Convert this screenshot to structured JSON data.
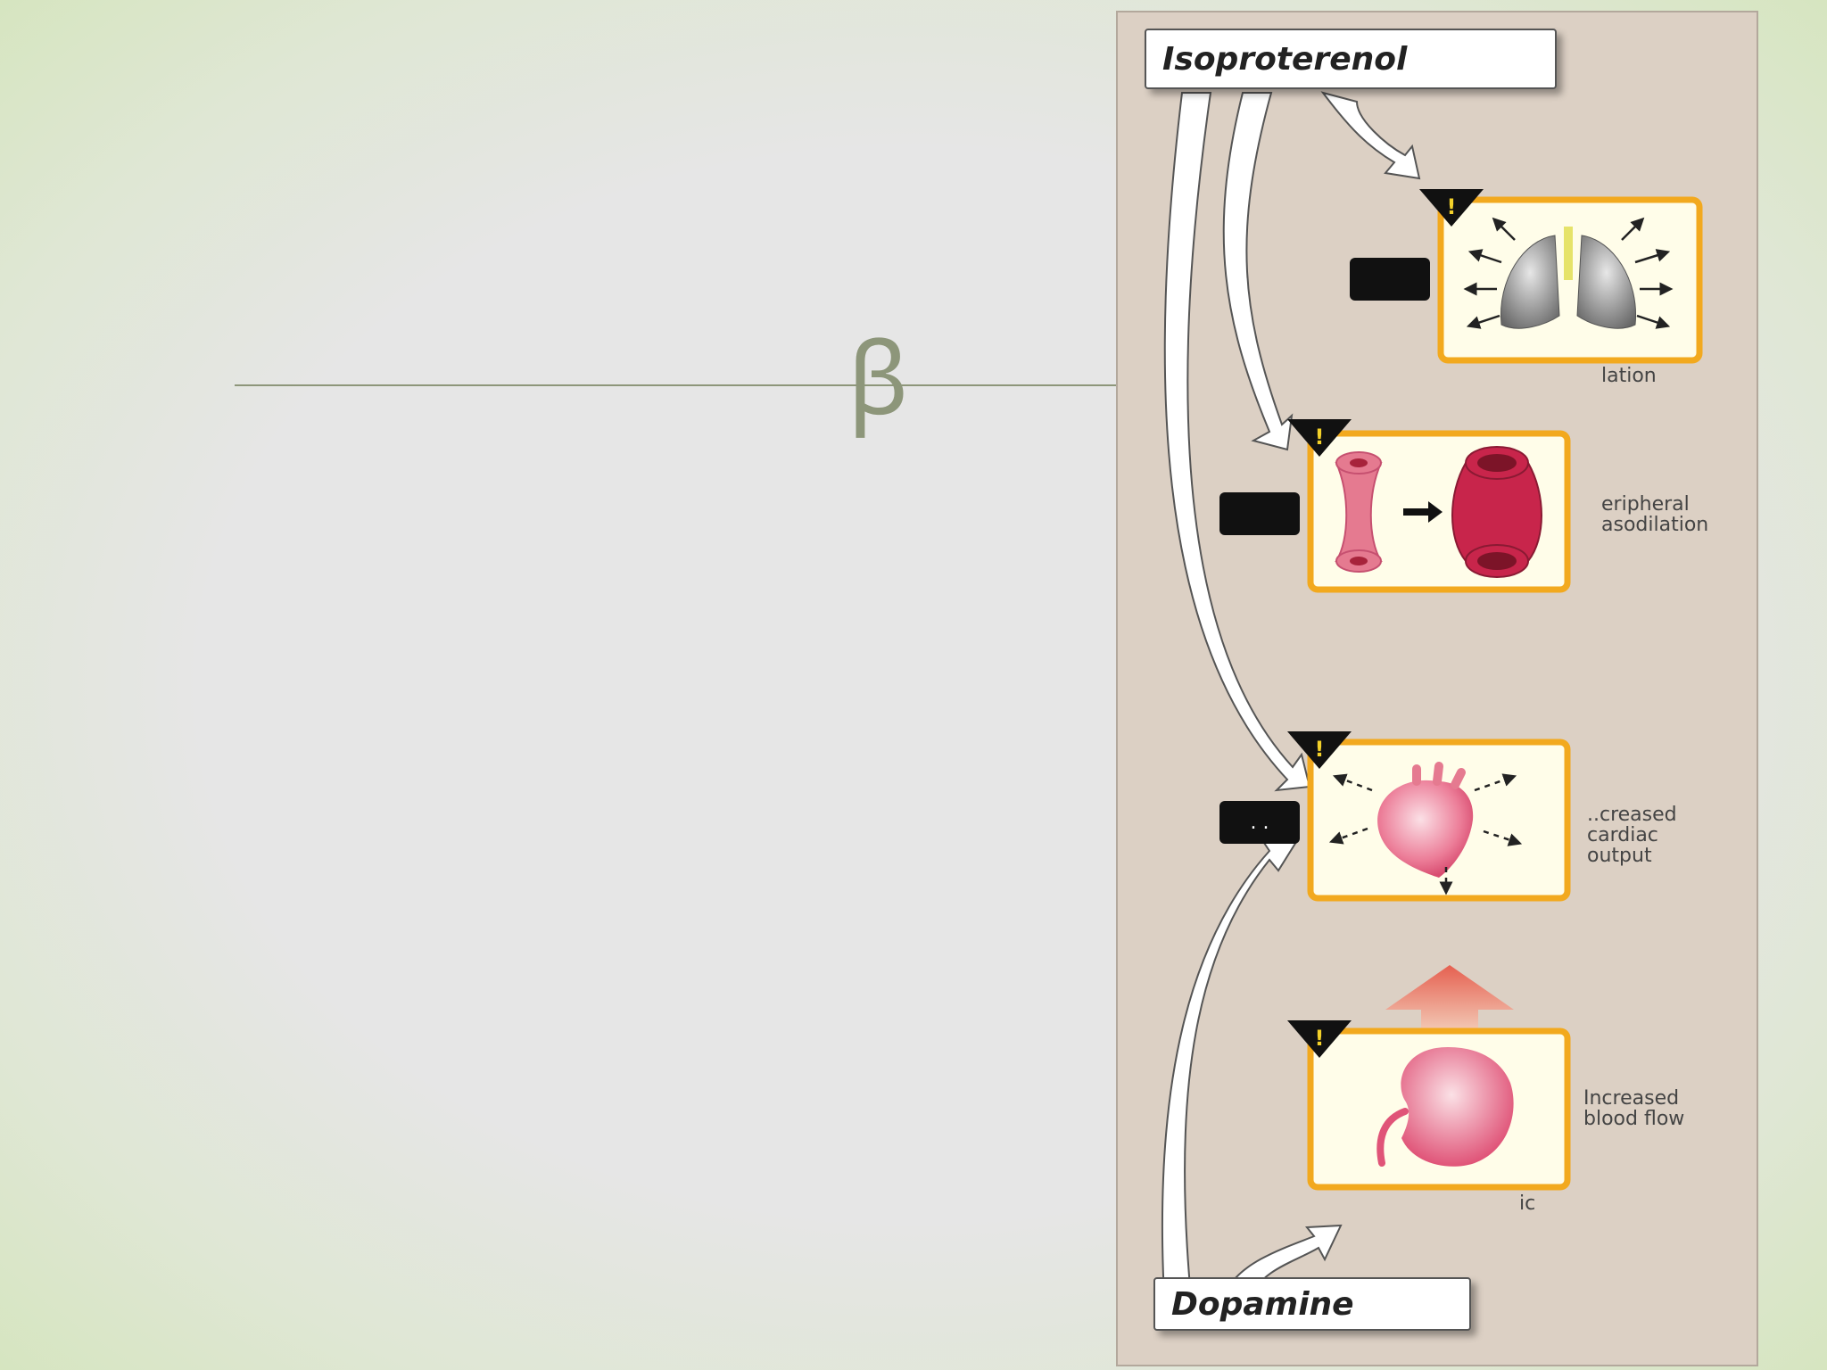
{
  "slide": {
    "ornament_glyph": "ꞵ",
    "colors": {
      "rule": "#8d967a",
      "panel": "#dcd0c4",
      "highlight_border": "#f2a91e",
      "warning": "#f3d12a"
    }
  },
  "figure": {
    "drugs": {
      "top": "Isoproterenol",
      "bottom": "Dopamine"
    },
    "captions": {
      "lungs": "lation",
      "vessels": "eripheral\nasodilation",
      "heart": "..creased\ncardiac\noutput",
      "kidney": "Increased\nblood flow",
      "kidney_sub": "ic"
    },
    "heart_tag_text": ". ."
  }
}
